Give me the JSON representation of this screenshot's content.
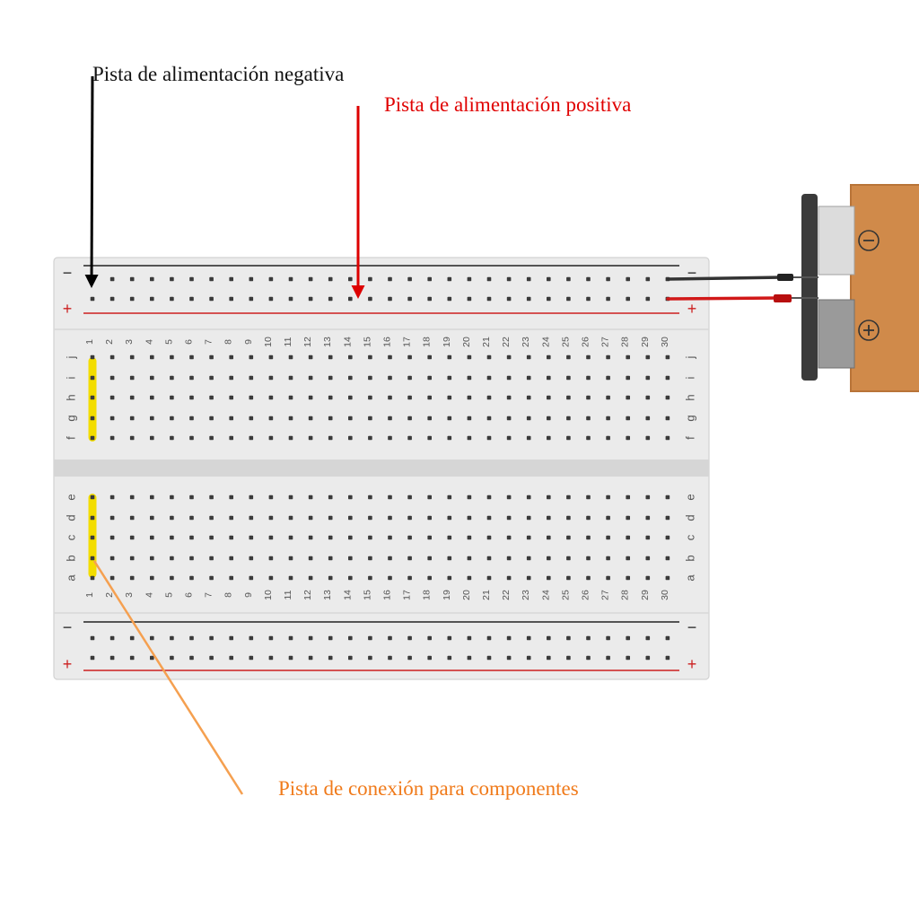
{
  "labels": {
    "negative_rail": "Pista de alimentación negativa",
    "positive_rail": "Pista de alimentación positiva",
    "component_track": "Pista de conexión para componentes"
  },
  "breadboard": {
    "columns": 30,
    "top_rows": [
      "j",
      "i",
      "h",
      "g",
      "f"
    ],
    "bottom_rows": [
      "e",
      "d",
      "c",
      "b",
      "a"
    ],
    "rail_minus": "−",
    "rail_plus": "+"
  },
  "battery": {
    "minus_symbol": "−",
    "plus_symbol": "+"
  },
  "colors": {
    "board": "#ebebeb",
    "groove": "#d6d6d6",
    "hole": "#3a3a3a",
    "negative": "#222222",
    "positive": "#cc1f1f",
    "highlight": "#f3dd00",
    "arrow_negative": "#000000",
    "arrow_positive": "#dd0000",
    "arrow_component": "#f5a050",
    "battery_body": "#d08a4a",
    "battery_cap": "#3a3a3a"
  }
}
